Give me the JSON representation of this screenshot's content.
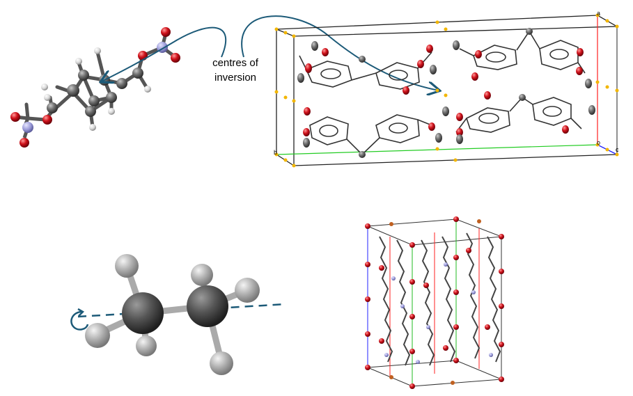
{
  "annotation": {
    "line1": "centres of",
    "line2": "inversion"
  },
  "unit_cell_axes": {
    "a": "a",
    "b": "b",
    "o": "o",
    "c": "c"
  },
  "colors": {
    "arrow": "#1c5a78",
    "carbon": "#6b6b6b",
    "oxygen": "#d0121b",
    "nitrogen": "#9a9ad8",
    "hydrogen": "#dcdcdc",
    "inversion_centre": "#f2b600",
    "axis_a": "#ff0000",
    "axis_b": "#00cc00",
    "axis_c": "#0000ff"
  }
}
